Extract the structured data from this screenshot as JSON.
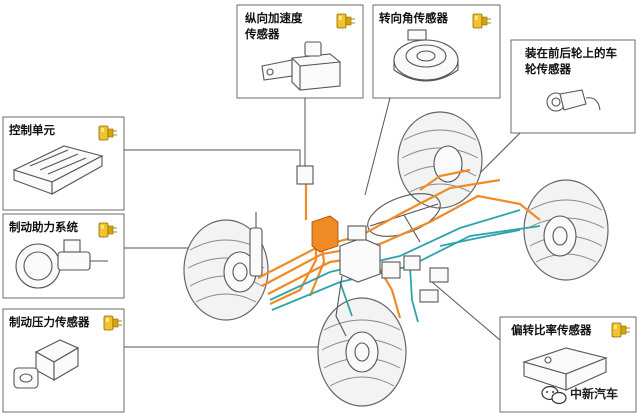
{
  "labels": {
    "longitudinal_accel": [
      "纵向加速度",
      "传感器"
    ],
    "steering_angle": "转向角传感器",
    "wheel_speed": [
      "装在前后轮上的车",
      "轮传感器"
    ],
    "control_unit": "控制单元",
    "brake_booster": "制动助力系统",
    "brake_pressure": "制动压力传感器",
    "yaw_rate": "偏转比率传感器"
  },
  "watermark": "中新汽车",
  "colors": {
    "harness_orange": "#f08a24",
    "harness_teal": "#2fa3ad",
    "badge": "#f2c230",
    "outline": "#6b6b6b"
  },
  "icons": [
    "connector-badge-icon",
    "wechat-logo-icon"
  ]
}
